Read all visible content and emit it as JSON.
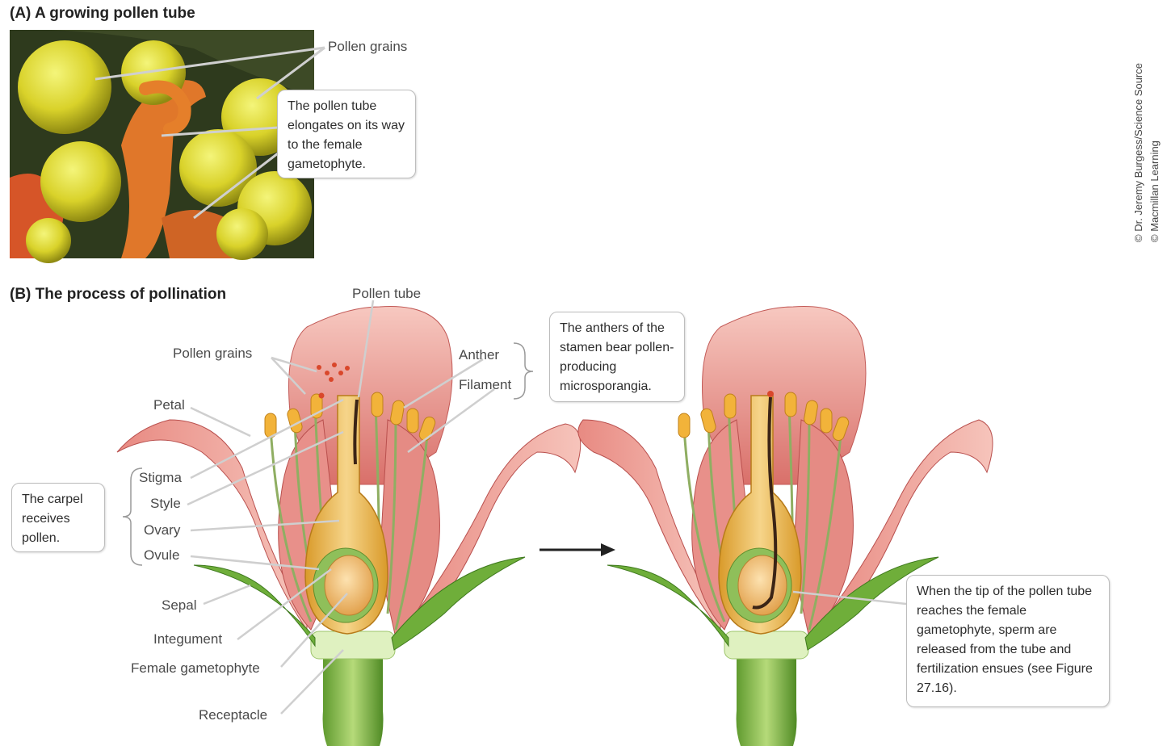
{
  "panelA": {
    "title": "(A)  A growing pollen tube",
    "label_pollen_grains": "Pollen grains",
    "callout_text": "The pollen tube elongates on its way to the female gametophyte."
  },
  "panelB": {
    "title": "(B)  The process of pollination",
    "labels": {
      "pollen_tube": "Pollen tube",
      "pollen_grains": "Pollen grains",
      "petal": "Petal",
      "anther": "Anther",
      "filament": "Filament",
      "stigma": "Stigma",
      "style": "Style",
      "ovary": "Ovary",
      "ovule": "Ovule",
      "sepal": "Sepal",
      "integument": "Integument",
      "female_gametophyte": "Female gametophyte",
      "receptacle": "Receptacle"
    },
    "callout_anthers": "The anthers of the stamen bear pollen-producing microsporangia.",
    "callout_carpel": "The carpel receives pollen.",
    "callout_fertilization": "When the tip of the pollen tube reaches the female gametophyte, sperm are released from the tube and fertilization ensues (see Figure 27.16)."
  },
  "credits": {
    "line1": "© Dr. Jeremy Burgess/Science Source",
    "line2": "© Macmillan Learning"
  }
}
